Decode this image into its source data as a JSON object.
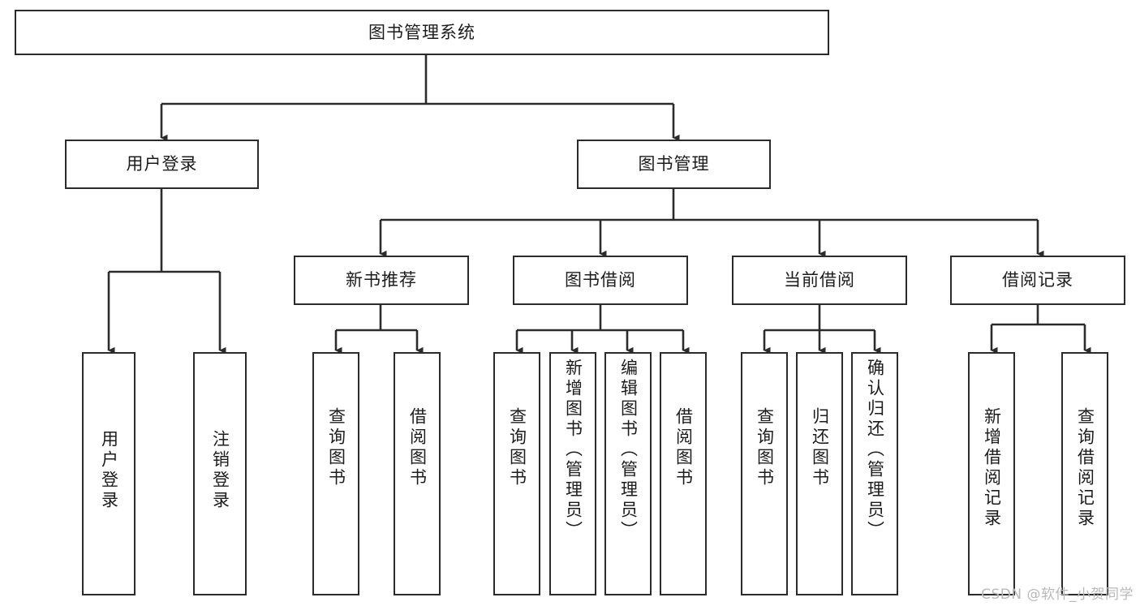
{
  "diagram": {
    "title": "图书管理系统",
    "watermark": "CSDN @软件_小贺同学",
    "stroke_color": "#2b2b2b",
    "background_color": "#ffffff",
    "text_color": "#1c1c1c",
    "root": {
      "label": "图书管理系统"
    },
    "level1": [
      {
        "label": "用户登录"
      },
      {
        "label": "图书管理"
      }
    ],
    "level2": [
      {
        "label": "新书推荐"
      },
      {
        "label": "图书借阅"
      },
      {
        "label": "当前借阅"
      },
      {
        "label": "借阅记录"
      }
    ],
    "leaves": {
      "user_login": [
        {
          "label": "用户登录"
        },
        {
          "label": "注销登录"
        }
      ],
      "new_book_recommend": [
        {
          "label": "查询图书"
        },
        {
          "label": "借阅图书"
        }
      ],
      "book_borrow": [
        {
          "label": "查询图书"
        },
        {
          "label": "新增图书（管理员）"
        },
        {
          "label": "编辑图书（管理员）"
        },
        {
          "label": "借阅图书"
        }
      ],
      "current_borrow": [
        {
          "label": "查询图书"
        },
        {
          "label": "归还图书"
        },
        {
          "label": "确认归还（管理员）"
        }
      ],
      "borrow_record": [
        {
          "label": "新增借阅记录"
        },
        {
          "label": "查询借阅记录"
        }
      ]
    }
  }
}
